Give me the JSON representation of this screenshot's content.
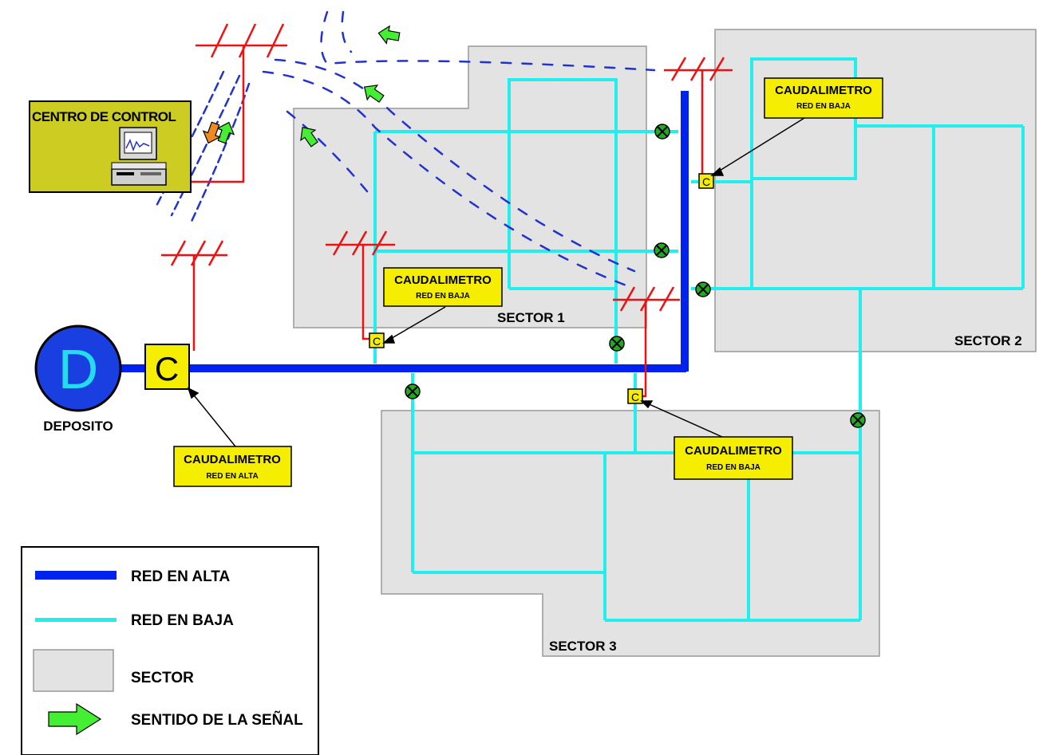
{
  "colors": {
    "red_alta": "#0022ee",
    "red_baja": "#22eeee",
    "sector": "#e3e3e3",
    "antenna": "#ee1111",
    "yellow": "#f5ee00",
    "valve": "#22aa22",
    "signal": "#44ee33"
  },
  "control_center": {
    "title": "CENTRO DE CONTROL"
  },
  "deposit": {
    "letter": "D",
    "label": "DEPOSITO"
  },
  "main_meter": {
    "letter": "C"
  },
  "small_meter": {
    "letter": "C"
  },
  "callouts": {
    "alta": {
      "title": "CAUDALIMETRO",
      "subtitle": "RED EN ALTA"
    },
    "baja": {
      "title": "CAUDALIMETRO",
      "subtitle": "RED EN BAJA"
    }
  },
  "sectors": {
    "s1": "SECTOR 1",
    "s2": "SECTOR 2",
    "s3": "SECTOR 3"
  },
  "legend": {
    "items": [
      {
        "icon": "alta-line",
        "label": "RED EN ALTA"
      },
      {
        "icon": "baja-line",
        "label": "RED EN BAJA"
      },
      {
        "icon": "sector-box",
        "label": "SECTOR"
      },
      {
        "icon": "signal-arrow",
        "label": "SENTIDO DE LA SEÑAL"
      }
    ]
  }
}
